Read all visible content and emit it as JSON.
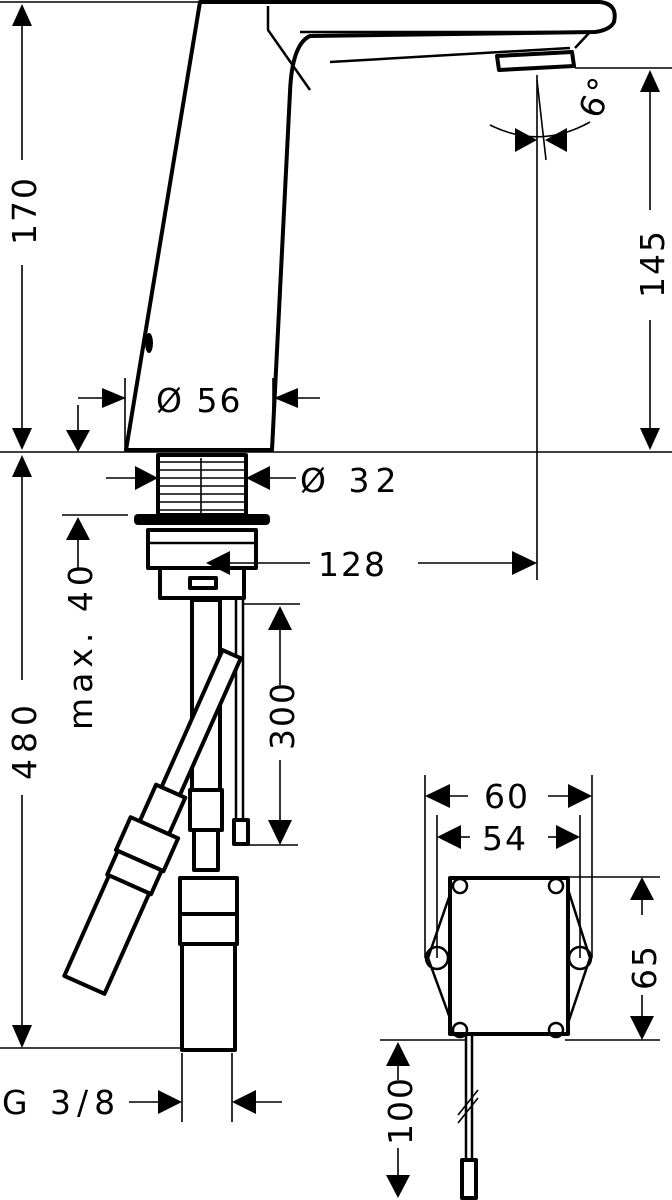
{
  "drawing": {
    "subject": "Electronic basin faucet technical dimension drawing",
    "line_color": "#000000",
    "background": "#ffffff"
  },
  "dimensions": {
    "total_height": "170",
    "spout_height": "145",
    "spout_angle": "6°",
    "base_diameter": "Ø 56",
    "shank_diameter": "Ø 32",
    "spout_reach": "128",
    "max_deck_thickness": "max. 40",
    "hose_length": "480",
    "cable_length": "300",
    "connection_thread": "G 3/8",
    "box_width_outer": "60",
    "box_width_inner": "54",
    "box_height": "65",
    "box_cable_length": "100"
  }
}
